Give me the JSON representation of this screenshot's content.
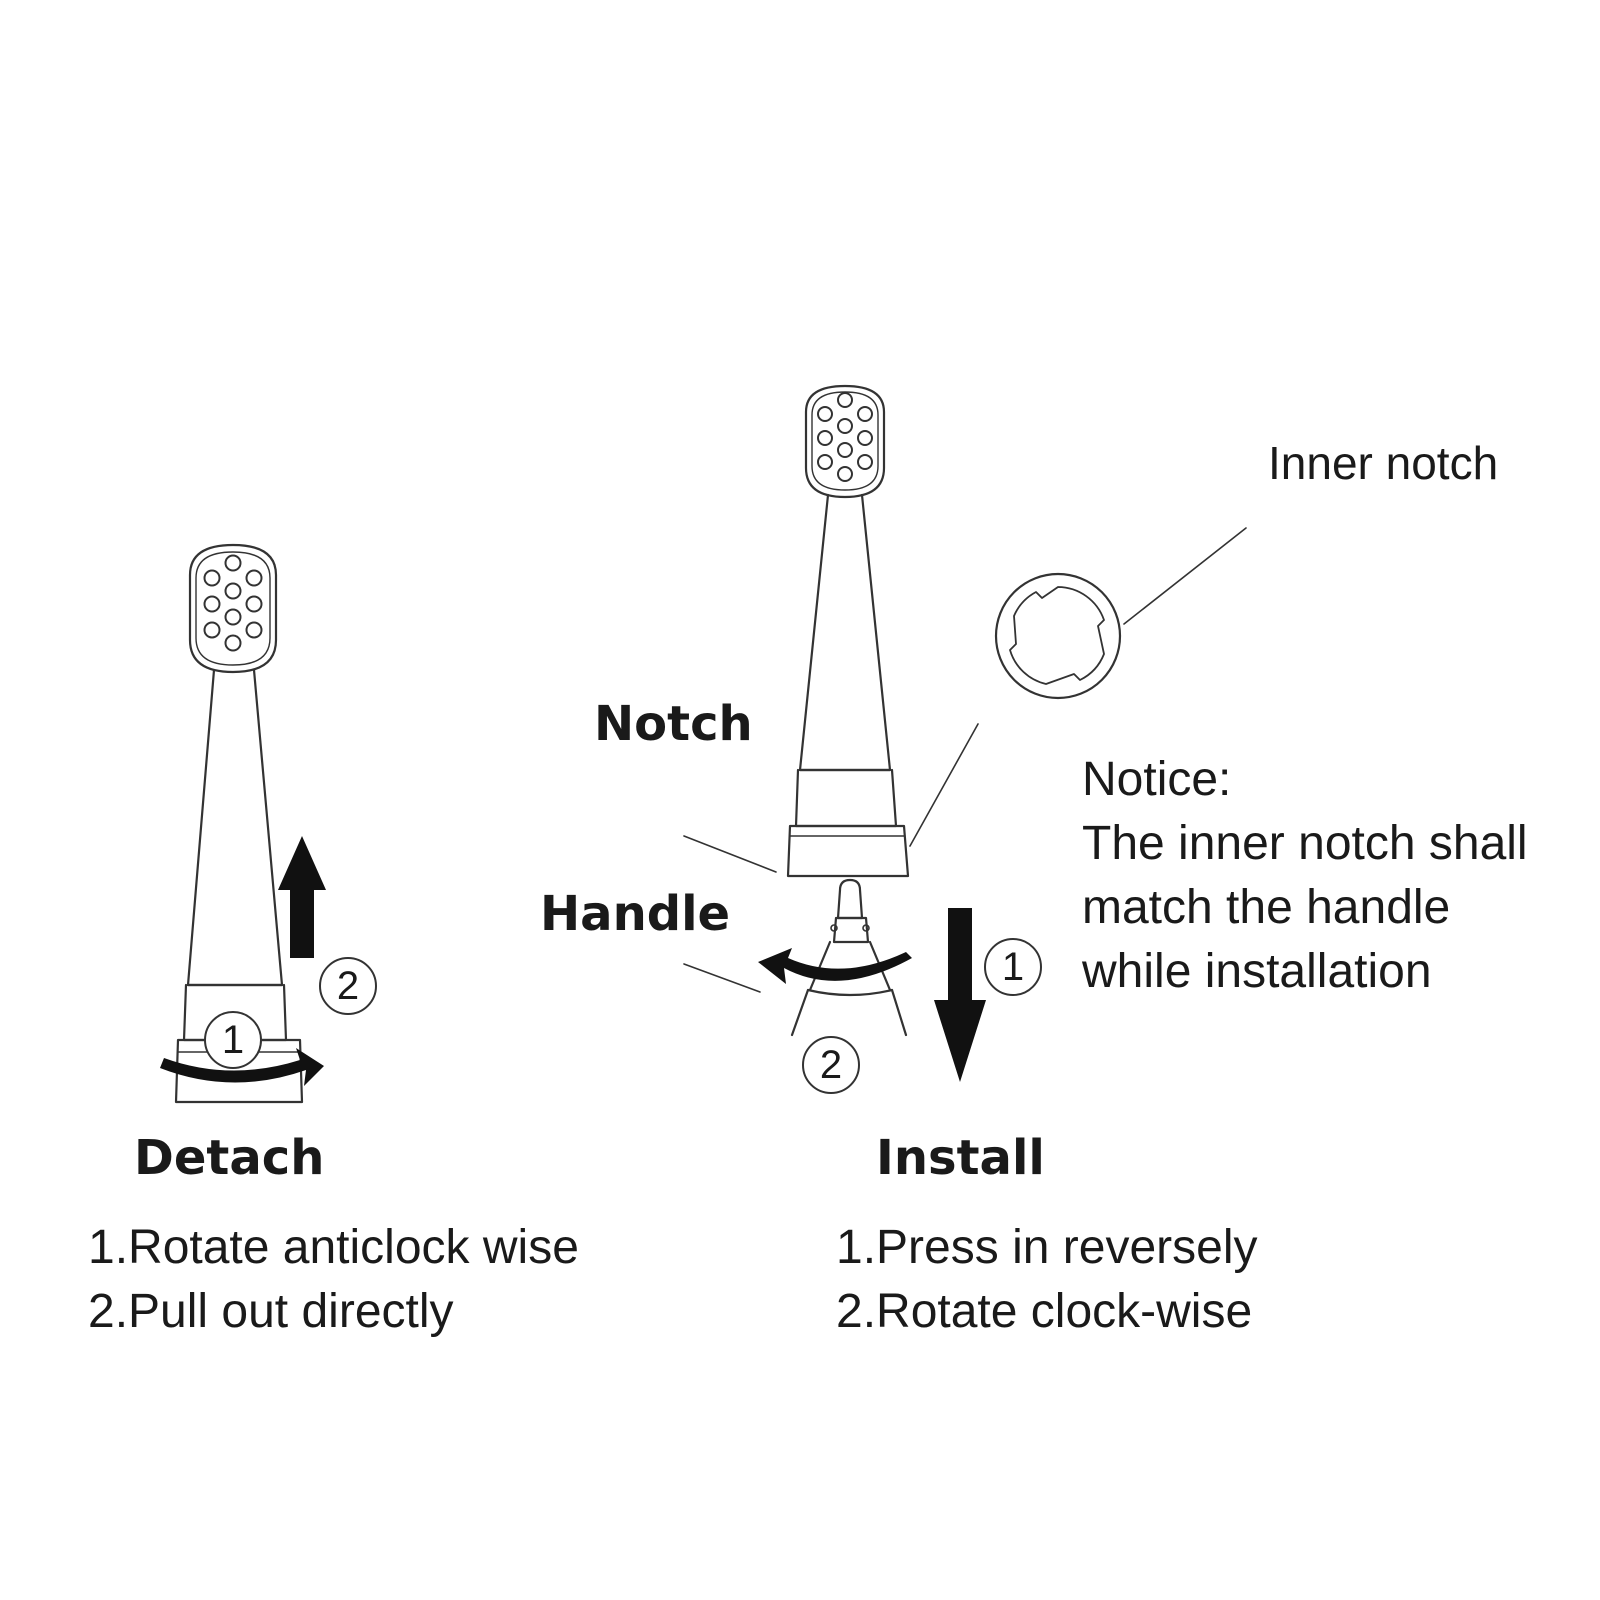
{
  "detach": {
    "title": "Detach",
    "steps": [
      "1.Rotate anticlock wise",
      "2.Pull out directly"
    ],
    "markers": [
      "1",
      "2"
    ]
  },
  "install": {
    "title": "Install",
    "steps": [
      "1.Press in reversely",
      "2.Rotate clock-wise"
    ],
    "markers": [
      "1",
      "2"
    ]
  },
  "labels": {
    "notch": "Notch",
    "handle": "Handle",
    "inner_notch": "Inner notch"
  },
  "notice": {
    "heading": "Notice:",
    "lines": [
      "The inner notch shall",
      "match the handle",
      "while installation"
    ]
  },
  "colors": {
    "line": "#333333",
    "arrow": "#111111",
    "background": "#ffffff"
  }
}
